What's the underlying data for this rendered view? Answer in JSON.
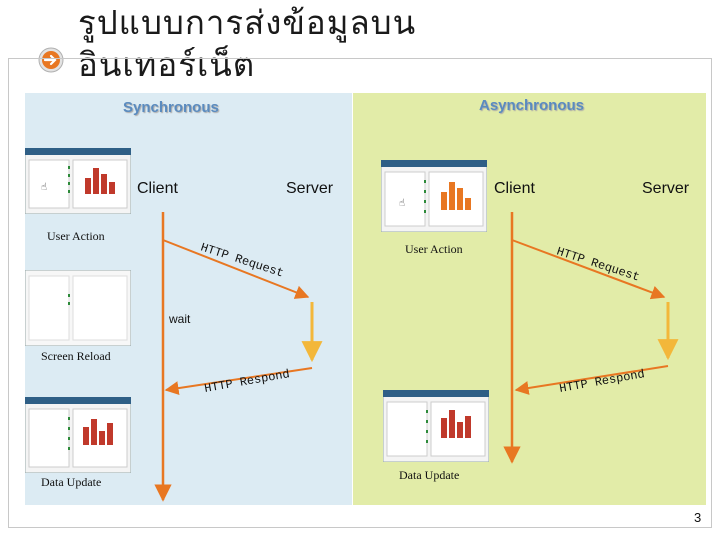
{
  "title": "รูปแบบการส่งข้อมูลบนอินเทอร์เน็ต",
  "synchronous": {
    "heading": "Synchronous",
    "client": "Client",
    "server": "Server",
    "user_action": "User Action",
    "http_request": "HTTP Request",
    "wait": "wait",
    "screen_reload": "Screen Reload",
    "http_respond": "HTTP Respond",
    "data_update": "Data Update"
  },
  "asynchronous": {
    "heading": "Asynchronous",
    "client": "Client",
    "server": "Server",
    "user_action": "User Action",
    "http_request": "HTTP Request",
    "http_respond": "HTTP Respond",
    "data_update": "Data Update"
  },
  "page_number": "3",
  "colors": {
    "sync_panel": "#dcebf3",
    "async_panel": "#e2eca8",
    "client_line": "#e87722",
    "server_line": "#f3b73a",
    "heading_sync": "#5a8bbf",
    "heading_async": "#5a8bbf",
    "bars": "#c0392b"
  }
}
